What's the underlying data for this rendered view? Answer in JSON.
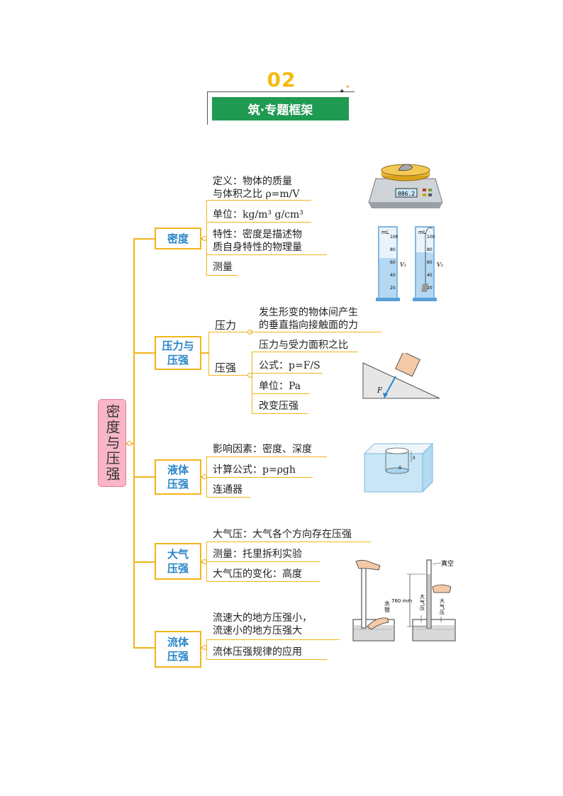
{
  "header": {
    "number": "02",
    "title": "筑·专题框架"
  },
  "root": {
    "label": "密度与压强"
  },
  "branches": [
    {
      "label": "密度",
      "items": [
        "定义：物体的质量",
        "与体积之比 ρ=m/V",
        "单位：kg/m³  g/cm³",
        "特性：密度是描述物",
        "质自身特性的物理量",
        "测量"
      ]
    },
    {
      "label": "压力与压强",
      "sub1": "压力",
      "sub1_text": [
        "发生形变的物体间产生",
        "的垂直指向接触面的力"
      ],
      "sub2": "压强",
      "sub2_items": [
        "压力与受力面积之比",
        "公式：p=F/S",
        "单位：Pa",
        "改变压强"
      ]
    },
    {
      "label": "液体压强",
      "items": [
        "影响因素：密度、深度",
        "计算公式：p=ρgh",
        "连通器"
      ]
    },
    {
      "label": "大气压强",
      "items": [
        "大气压：大气各个方向存在压强",
        "测量：托里拆利实验",
        "大气压的变化：高度"
      ]
    },
    {
      "label": "流体压强",
      "items": [
        "流速大的地方压强小，",
        "流速小的地方压强大",
        "流体压强规律的应用"
      ]
    }
  ],
  "illustrations": {
    "scale_readout": "086.2",
    "cylinder_unit": "mL",
    "cylinder_ticks": [
      "100",
      "80",
      "60",
      "40",
      "20"
    ],
    "v1": "V₁",
    "v2": "V₂",
    "force": "F",
    "liquid_h": "h",
    "liquid_s": "S",
    "vacuum": "真空",
    "mercury": "水银",
    "height": "760 mm",
    "atm1": "大气压",
    "atm2": "大气压"
  },
  "colors": {
    "accent": "#f2b51a",
    "branch_text": "#2a86c9",
    "title_bg": "#1f9a50",
    "number": "#f5b90f",
    "root_bg": "#f8b6c8"
  }
}
